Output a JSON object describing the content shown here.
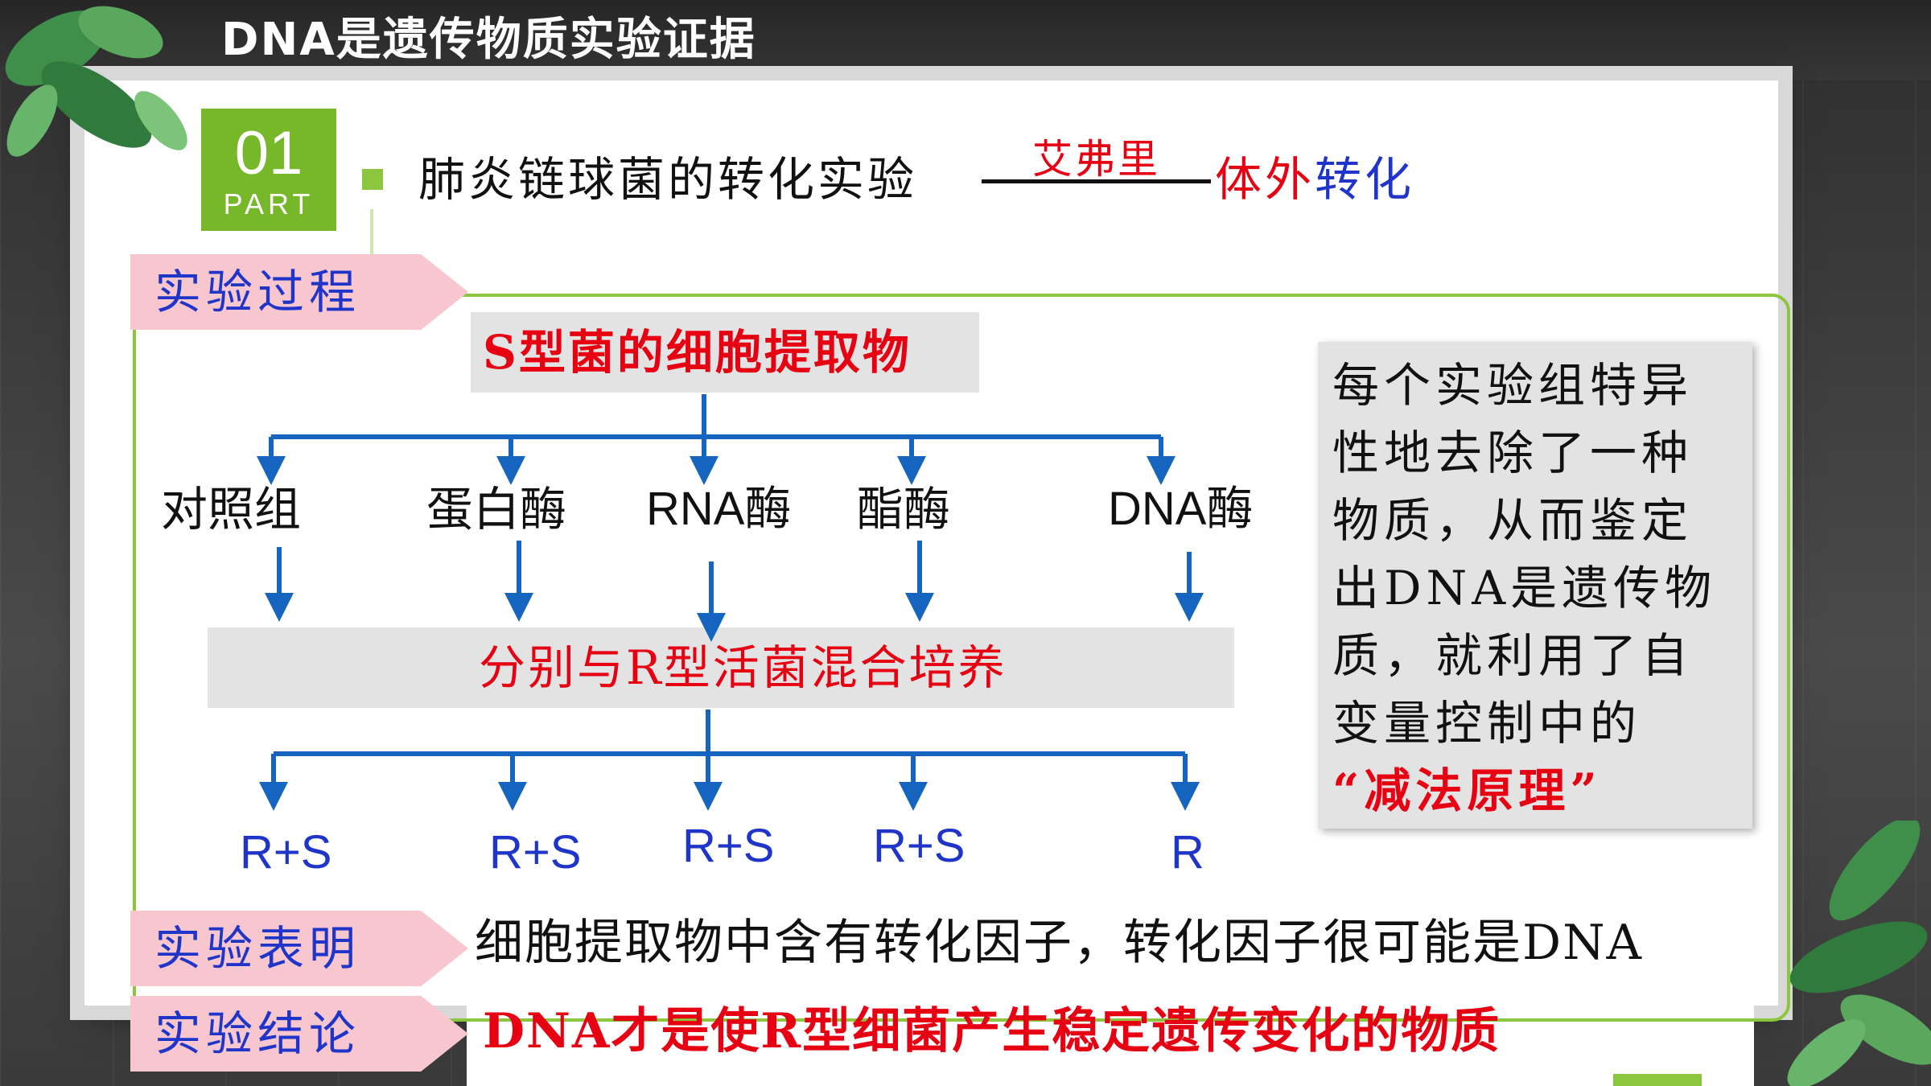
{
  "header": {
    "title": "DNA是遗传物质实验证据"
  },
  "badge": {
    "number": "01",
    "label": "PART"
  },
  "heading": {
    "main": "肺炎链球菌的转化实验",
    "scientist": "艾弗里",
    "type_red": "体外",
    "type_blue": "转化"
  },
  "tags": {
    "process": "实验过程",
    "shows": "实验表明",
    "conclusion": "实验结论"
  },
  "diagram": {
    "extract": "S型菌的细胞提取物",
    "branches": [
      "对照组",
      "蛋白酶",
      "RNA酶",
      "酯酶",
      "DNA酶"
    ],
    "culture": "分别与R型活菌混合培养",
    "results": [
      "R+S",
      "R+S",
      "R+S",
      "R+S",
      "R"
    ]
  },
  "note": {
    "lines": [
      "每个实验组特异",
      "性地去除了一种",
      "物质，从而鉴定",
      "出DNA是遗传物",
      "质，就利用了自",
      "变量控制中的"
    ],
    "highlight": "“减法原理”"
  },
  "shows_text": "细胞提取物中含有转化因子，转化因子很可能是DNA",
  "conclusion_text": "DNA才是使R型细菌产生稳定遗传变化的物质",
  "colors": {
    "green": "#8cc63f",
    "red": "#e60012",
    "blue": "#1f35c9",
    "pink": "#f8c6cf",
    "arrow_blue": "#1565c0"
  }
}
